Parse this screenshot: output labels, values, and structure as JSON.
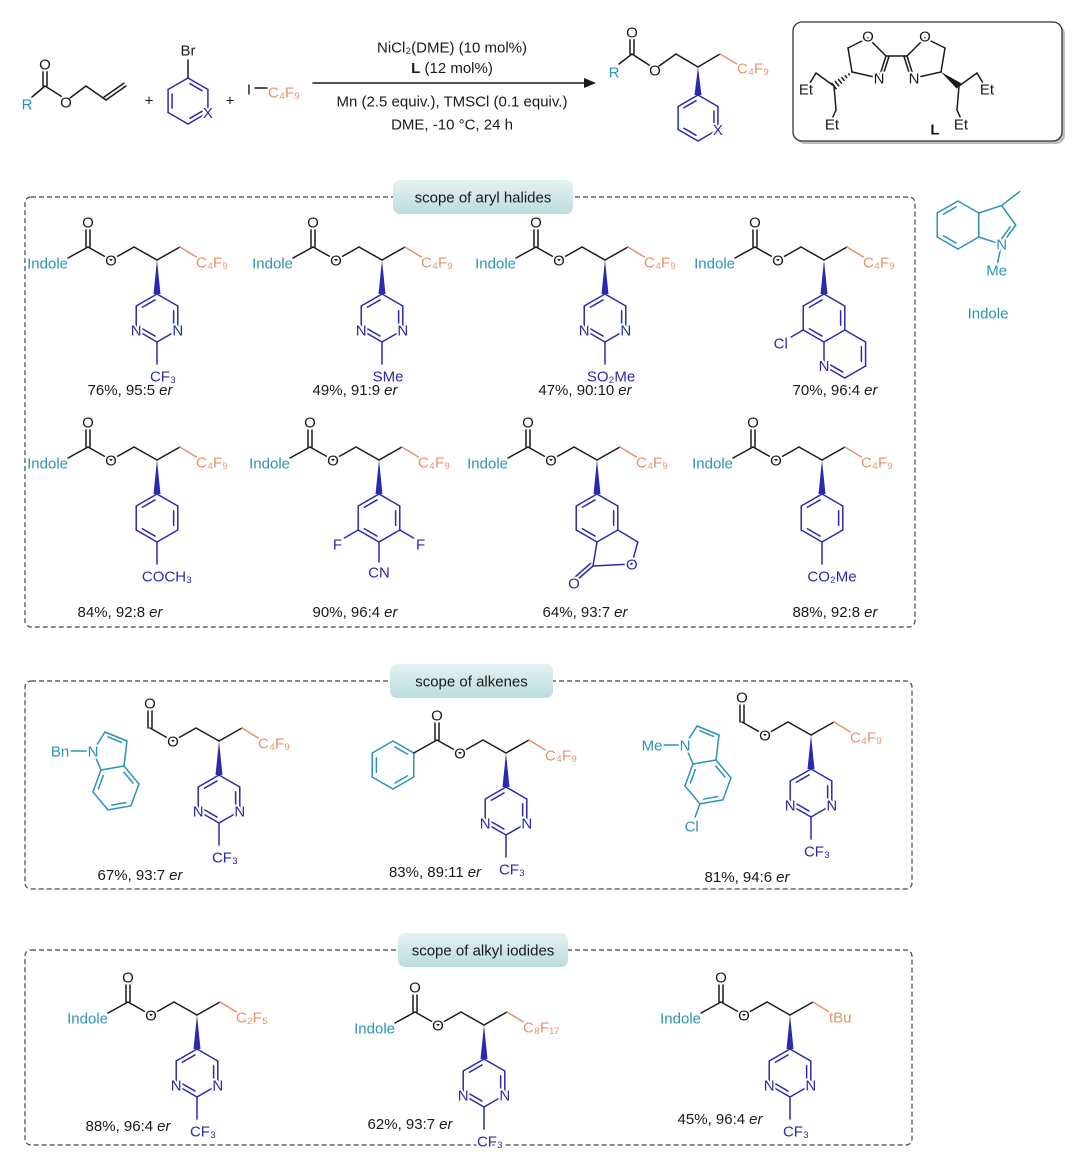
{
  "colors": {
    "ink": "#1a1a1a",
    "acyl": "#2a93b8",
    "fluoroalkyl": "#e8926a",
    "aryl": "#2a2ab0",
    "section_label_bg": "#cfe6e6"
  },
  "atoms": {
    "O": "O",
    "N": "N",
    "F": "F",
    "Cl": "Cl",
    "Me": "Me",
    "Bn": "Bn",
    "CN": "CN"
  },
  "header": {
    "R": "R",
    "Br": "Br",
    "X": "X",
    "I": "I",
    "C4F9": "C₄F₉",
    "plus1": "+",
    "plus2": "+",
    "conditions": {
      "line1": "NiCl₂(DME) (10 mol%)",
      "line2_bold": "L",
      "line2_rest": " (12 mol%)",
      "line3": "Mn (2.5 equiv.), TMSCl (0.1 equiv.)",
      "line4": "DME, -10 °C, 24 h"
    }
  },
  "ligand": {
    "O": "O",
    "N": "N",
    "Et": "Et",
    "name": "L"
  },
  "indole_legend": {
    "N": "N",
    "Me": "Me",
    "name": "Indole"
  },
  "sections": [
    {
      "title": "scope of aryl halides",
      "compounds": [
        {
          "acyl": "Indole",
          "rf": "C₄F₉",
          "substituent": "CF₃",
          "yield": "76%, 95:5",
          "er": "er"
        },
        {
          "acyl": "Indole",
          "rf": "C₄F₉",
          "substituent": "SMe",
          "yield": "49%, 91:9",
          "er": "er"
        },
        {
          "acyl": "Indole",
          "rf": "C₄F₉",
          "substituent": "SO₂Me",
          "yield": "47%, 90:10",
          "er": "er"
        },
        {
          "acyl": "Indole",
          "rf": "C₄F₉",
          "substituent": "Cl",
          "yield": "70%, 96:4",
          "er": "er"
        },
        {
          "acyl": "Indole",
          "rf": "C₄F₉",
          "substituent": "COCH₃",
          "yield": "84%, 92:8",
          "er": "er"
        },
        {
          "acyl": "Indole",
          "rf": "C₄F₉",
          "substituent": "CN",
          "yield": "90%, 96:4",
          "er": "er"
        },
        {
          "acyl": "Indole",
          "rf": "C₄F₉",
          "substituent": "O",
          "yield": "64%, 93:7",
          "er": "er"
        },
        {
          "acyl": "Indole",
          "rf": "C₄F₉",
          "substituent": "CO₂Me",
          "yield": "88%, 92:8",
          "er": "er"
        }
      ]
    },
    {
      "title": "scope of alkenes",
      "compounds": [
        {
          "n_substituent": "Bn",
          "rf": "C₄F₉",
          "substituent": "CF₃",
          "yield": "67%, 93:7",
          "er": "er"
        },
        {
          "rf": "C₄F₉",
          "substituent": "CF₃",
          "yield": "83%, 89:11",
          "er": "er"
        },
        {
          "n_substituent": "Me",
          "ring_substituent": "Cl",
          "rf": "C₄F₉",
          "substituent": "CF₃",
          "yield": "81%, 94:6",
          "er": "er"
        }
      ]
    },
    {
      "title": "scope of alkyl iodides",
      "compounds": [
        {
          "acyl": "Indole",
          "rf": "C₂F₅",
          "substituent": "CF₃",
          "yield": "88%, 96:4",
          "er": "er"
        },
        {
          "acyl": "Indole",
          "rf": "C₈F₁₇",
          "substituent": "CF₃",
          "yield": "62%, 93:7",
          "er": "er"
        },
        {
          "acyl": "Indole",
          "rf": "tBu",
          "substituent": "CF₃",
          "yield": "45%, 96:4",
          "er": "er"
        }
      ]
    }
  ]
}
